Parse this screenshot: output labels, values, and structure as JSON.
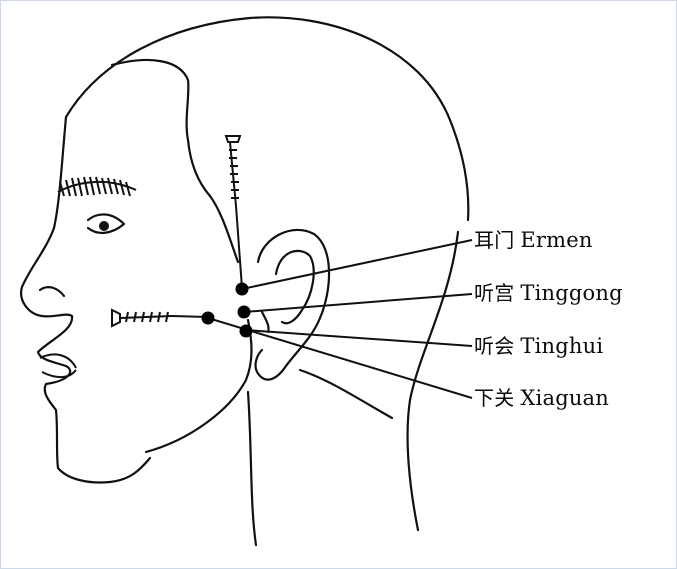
{
  "points": [
    {
      "id": "ermen",
      "cn": "耳门",
      "en": "Ermen"
    },
    {
      "id": "tinggong",
      "cn": "听宫",
      "en": "Tinggong"
    },
    {
      "id": "tinghui",
      "cn": "听会",
      "en": "Tinghui"
    },
    {
      "id": "xiaguan",
      "cn": "下关",
      "en": "Xiaguan"
    }
  ],
  "colors": {
    "line": "#111111",
    "paper": "#ffffff",
    "frame": "#cfd8e6"
  },
  "icons": [
    "needle-icon"
  ]
}
